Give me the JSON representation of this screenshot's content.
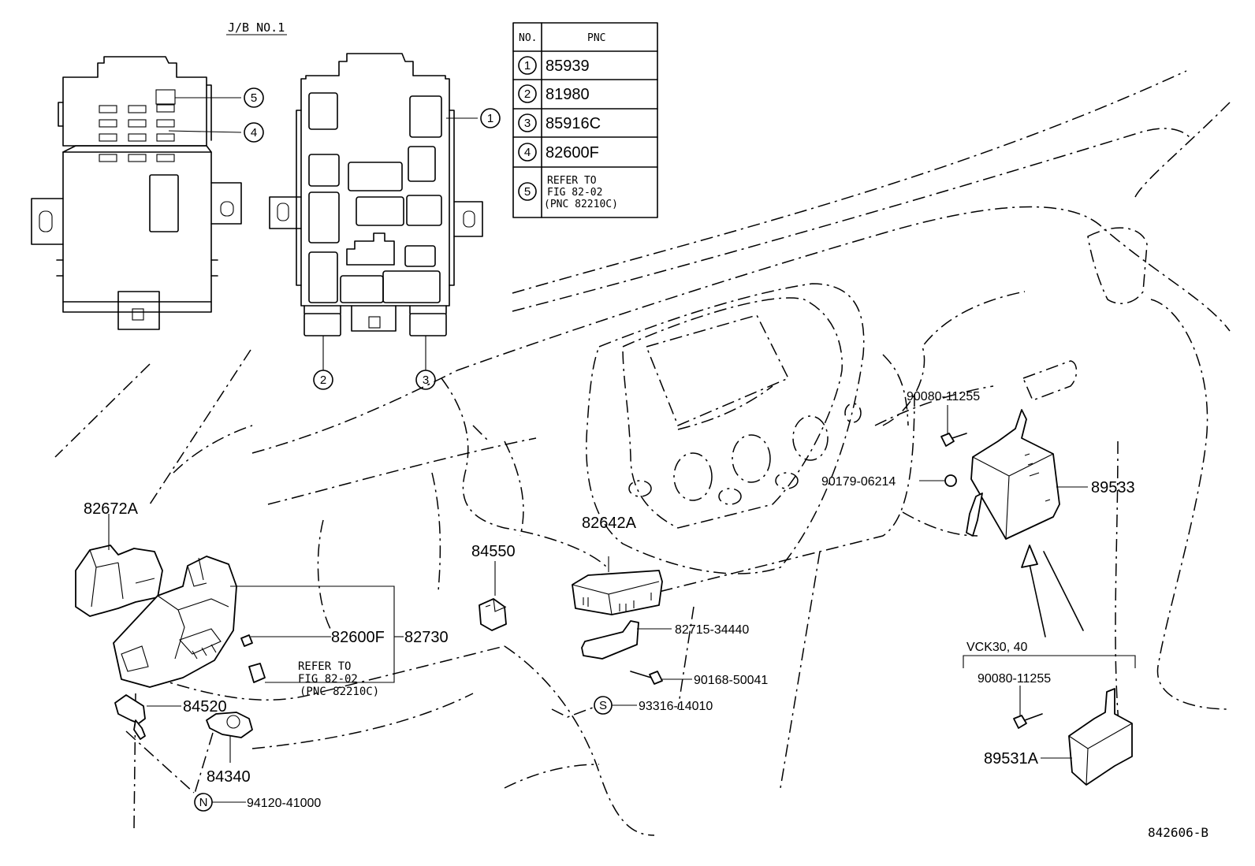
{
  "header": {
    "title": "J/B NO.1"
  },
  "table": {
    "col_no": "NO.",
    "col_pnc": "PNC",
    "rows": [
      {
        "no": "1",
        "pnc": "85939"
      },
      {
        "no": "2",
        "pnc": "81980"
      },
      {
        "no": "3",
        "pnc": "85916C"
      },
      {
        "no": "4",
        "pnc": "82600F"
      },
      {
        "no": "5",
        "pnc_lines": [
          "REFER TO",
          "FIG 82-02",
          "(PNC 82210C)"
        ]
      }
    ]
  },
  "callouts": {
    "c1": "1",
    "c2": "2",
    "c3": "3",
    "c4": "4",
    "c5": "5"
  },
  "labels": {
    "p82672A": "82672A",
    "p82600F": "82600F",
    "p82730": "82730",
    "refer": [
      "REFER TO",
      "FIG 82-02",
      "(PNC 82210C)"
    ],
    "p84520": "84520",
    "p84340": "84340",
    "p94120": "94120-41000",
    "sym_n": "N",
    "p84550": "84550",
    "p82642A": "82642A",
    "p82715": "82715-34440",
    "p90168": "90168-50041",
    "p93316": "93316-14010",
    "sym_s": "S",
    "p90080_top": "90080-11255",
    "p90179": "90179-06214",
    "p89533": "89533",
    "vck": "VCK30, 40",
    "p90080_bot": "90080-11255",
    "p89531A": "89531A"
  },
  "footer": {
    "code": "842606-B"
  }
}
